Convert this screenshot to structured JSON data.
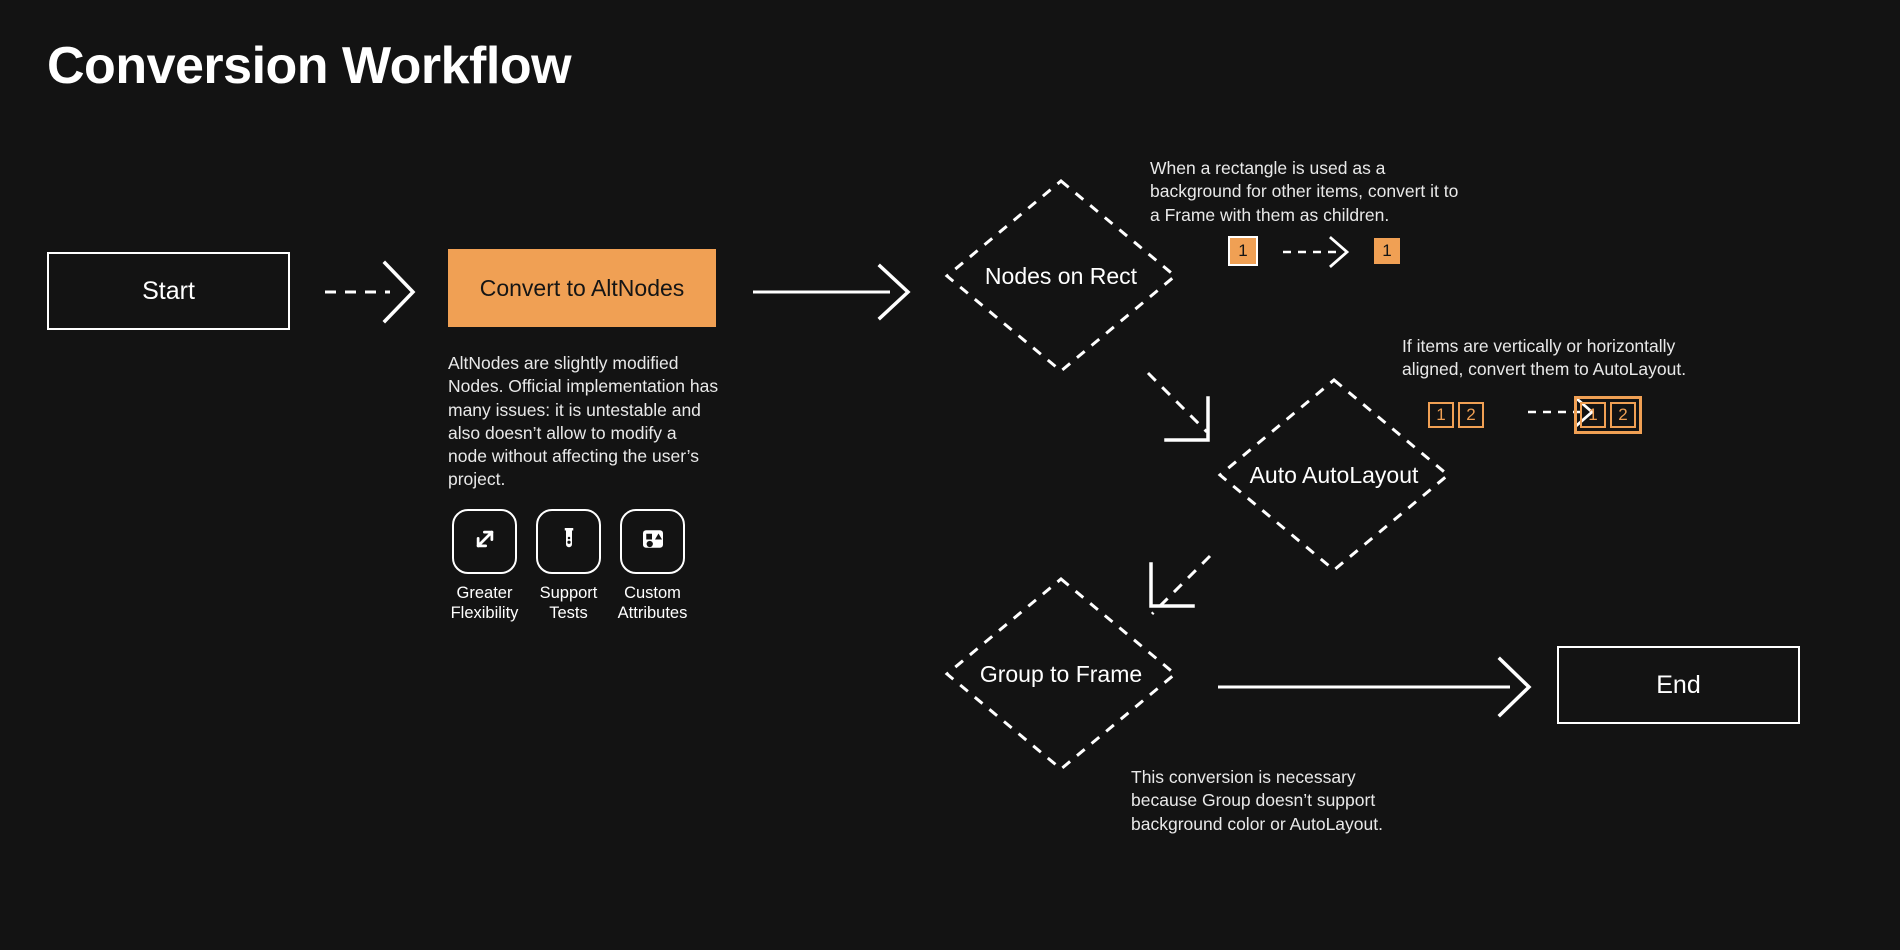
{
  "page": {
    "title": "Conversion Workflow",
    "background_color": "#131313",
    "accent_color": "#f0a054",
    "line_color": "#ffffff"
  },
  "nodes": {
    "start": {
      "label": "Start",
      "shape": "rectangle"
    },
    "convert": {
      "label": "Convert to AltNodes",
      "shape": "rectangle-filled"
    },
    "nodes_on_rect": {
      "label": "Nodes on Rect",
      "shape": "diamond"
    },
    "auto_autolayout": {
      "label": "Auto AutoLayout",
      "shape": "diamond"
    },
    "group_to_frame": {
      "label": "Group to Frame",
      "shape": "diamond"
    },
    "end": {
      "label": "End",
      "shape": "rectangle"
    }
  },
  "notes": {
    "convert": "AltNodes are slightly modified Nodes. Official implementation has many issues: it is untestable and also doesn’t allow to modify a node without affecting the user’s project.",
    "nodes_on_rect": "When a rectangle is used as a background for other items, convert it to a Frame with them as children.",
    "auto_autolayout": "If items are vertically or horizontally aligned, convert them to AutoLayout.",
    "group_to_frame": "This conversion is necessary because Group doesn’t support background color or AutoLayout."
  },
  "features": [
    {
      "label": "Greater\nFlexibility",
      "icon": "expand-arrows-icon"
    },
    {
      "label": "Support\nTests",
      "icon": "test-tube-icon"
    },
    {
      "label": "Custom\nAttributes",
      "icon": "shapes-icon"
    }
  ],
  "badges": {
    "nodes_on_rect": {
      "before": [
        {
          "text": "1",
          "style": "filled-bordered"
        }
      ],
      "after": [
        {
          "text": "1",
          "style": "filled"
        }
      ],
      "connector": "dashed-arrow"
    },
    "auto_autolayout": {
      "before": [
        {
          "text": "1",
          "style": "outline"
        },
        {
          "text": "2",
          "style": "outline"
        }
      ],
      "after": [
        {
          "text": "1",
          "style": "outline"
        },
        {
          "text": "2",
          "style": "outline"
        }
      ],
      "after_framed": true,
      "connector": "dashed-arrow"
    }
  },
  "connectors": [
    {
      "from": "start",
      "to": "convert",
      "style": "dashed"
    },
    {
      "from": "convert",
      "to": "nodes_on_rect",
      "style": "solid"
    },
    {
      "from": "nodes_on_rect",
      "to": "auto_autolayout",
      "style": "dashed-corner"
    },
    {
      "from": "auto_autolayout",
      "to": "group_to_frame",
      "style": "dashed-corner"
    },
    {
      "from": "group_to_frame",
      "to": "end",
      "style": "solid"
    }
  ]
}
